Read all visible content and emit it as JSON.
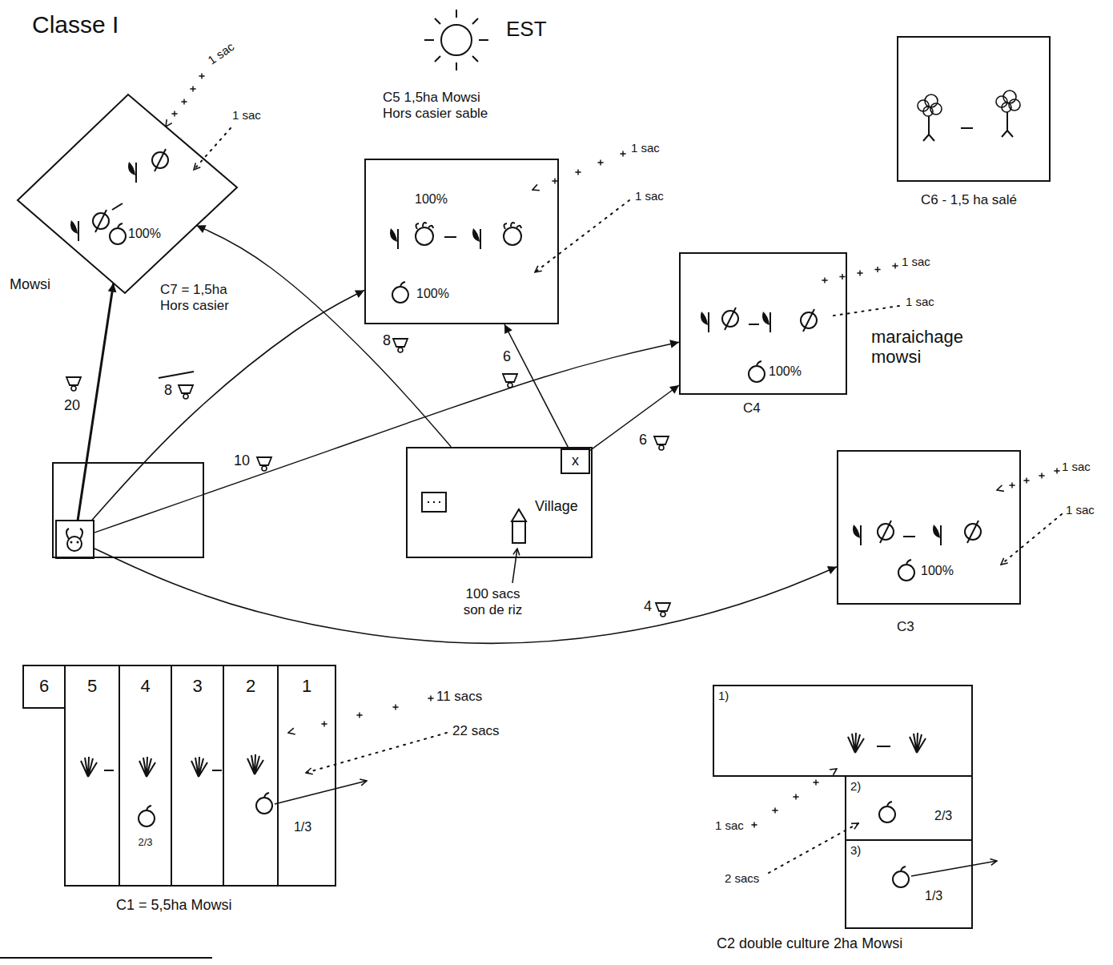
{
  "diagram": {
    "title": "Classe I",
    "nodes": [
      {
        "text": [
          "C7 = 1,5ha Hors casier",
          "100%"
        ]
      },
      {
        "text": [
          "C5 1,5ha Mowsi Hors casier sable",
          "100%",
          "100%"
        ]
      },
      {
        "text": [
          "C6 - 1,5 ha salé"
        ]
      },
      {
        "text": [
          "100%",
          "C4"
        ]
      },
      {
        "text": []
      },
      {
        "text": [
          "Village"
        ]
      },
      {
        "text": [
          "x"
        ],
        "in": 5
      },
      {
        "text": [
          "100%",
          "C3"
        ]
      },
      {
        "text": [
          "C1 = 5,5ha Mowsi"
        ]
      },
      {
        "text": [
          "6"
        ],
        "in": 8
      },
      {
        "text": [
          "5"
        ],
        "in": 8
      },
      {
        "text": [
          "4",
          "2/3"
        ],
        "in": 8
      },
      {
        "text": [
          "3"
        ],
        "in": 8
      },
      {
        "text": [
          "2"
        ],
        "in": 8
      },
      {
        "text": [
          "1",
          "1/3"
        ],
        "in": 8
      },
      {
        "text": [
          "1)"
        ]
      },
      {
        "text": [
          "2)",
          "2/3"
        ]
      },
      {
        "text": [
          "3)",
          "1/3"
        ]
      }
    ],
    "edges": [
      {
        "from": 4,
        "to": 0,
        "arrow": "to",
        "label": "20"
      },
      {
        "from": 4,
        "to": 1,
        "arrow": "to",
        "label": "8"
      },
      {
        "from": 4,
        "to": 3,
        "arrow": "to",
        "label": "10"
      },
      {
        "from": 4,
        "to": 7,
        "arrow": "to",
        "label": "4"
      },
      {
        "from": 5,
        "to": 0,
        "arrow": "to",
        "label": "8"
      },
      {
        "from": 6,
        "to": 1,
        "arrow": "to",
        "label": "6"
      },
      {
        "from": 6,
        "to": 3,
        "arrow": "to",
        "label": "6"
      }
    ],
    "labels": [
      "EST",
      "Mowsi",
      "1 sac",
      "1 sac",
      "1 sac",
      "1 sac",
      "1 sac",
      "1 sac",
      "maraichage mowsi",
      "1 sac",
      "1 sac",
      "100 sacs son de riz",
      "11 sacs",
      "22 sacs",
      "1 sac",
      "2 sacs",
      "C2 double culture 2ha Mowsi"
    ]
  }
}
